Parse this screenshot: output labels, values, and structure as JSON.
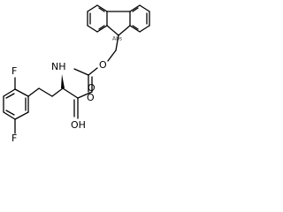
{
  "molecule": {
    "labels": {
      "fmoc_o_ether": "O",
      "fmoc_o_carbonyl": "O",
      "nh": "NH",
      "acid_o": "O",
      "acid_oh": "OH",
      "fluoro_top": "F",
      "fluoro_bottom": "F",
      "stereo_tag": "Abs"
    }
  },
  "colors": {
    "bond": "#000000",
    "background": "#ffffff"
  }
}
